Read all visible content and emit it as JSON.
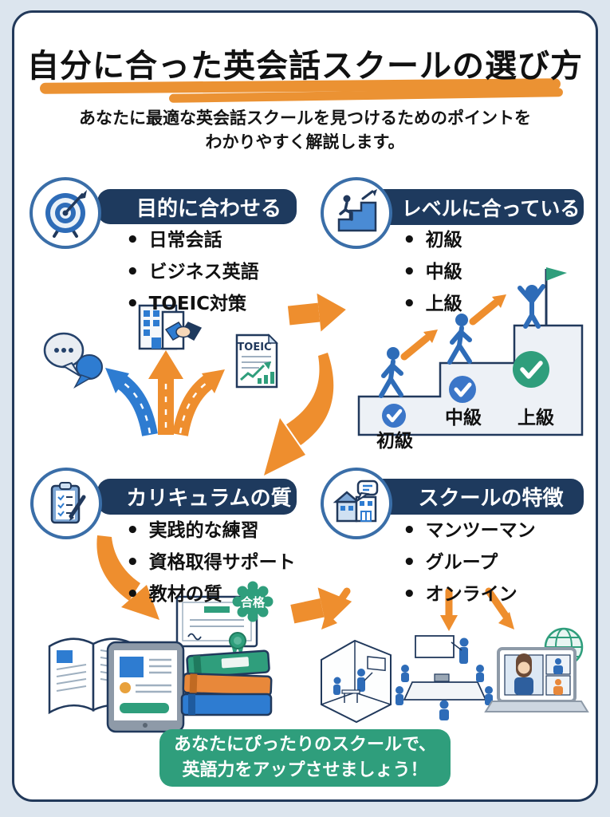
{
  "page": {
    "title": "自分に合った英会話スクールの選び方",
    "subtitle_line1": "あなたに最適な英会話スクールを見つけるためのポイントを",
    "subtitle_line2": "わかりやすく解説します。"
  },
  "sections": {
    "purpose": {
      "title": "目的に合わせる",
      "bullets": [
        "日常会話",
        "ビジネス英語",
        "TOEIC対策"
      ],
      "toeic_label": "TOEIC"
    },
    "level": {
      "title": "レベルに合っている",
      "bullets": [
        "初級",
        "中級",
        "上級"
      ],
      "stair_labels": [
        "初級",
        "中級",
        "上級"
      ]
    },
    "curriculum": {
      "title": "カリキュラムの質",
      "bullets": [
        "実践的な練習",
        "資格取得サポート",
        "教材の質"
      ],
      "pass_badge": "合格"
    },
    "features": {
      "title": "スクールの特徴",
      "bullets": [
        "マンツーマン",
        "グループ",
        "オンライン"
      ]
    }
  },
  "footer": {
    "line1": "あなたにぴったりのスクールで、",
    "line2": "英語力をアップさせましょう！"
  },
  "colors": {
    "navy": "#1e3a5e",
    "orange": "#ee8e2e",
    "green": "#2f9e7c",
    "blue": "#2e6cb8",
    "background": "#dce5ee"
  }
}
